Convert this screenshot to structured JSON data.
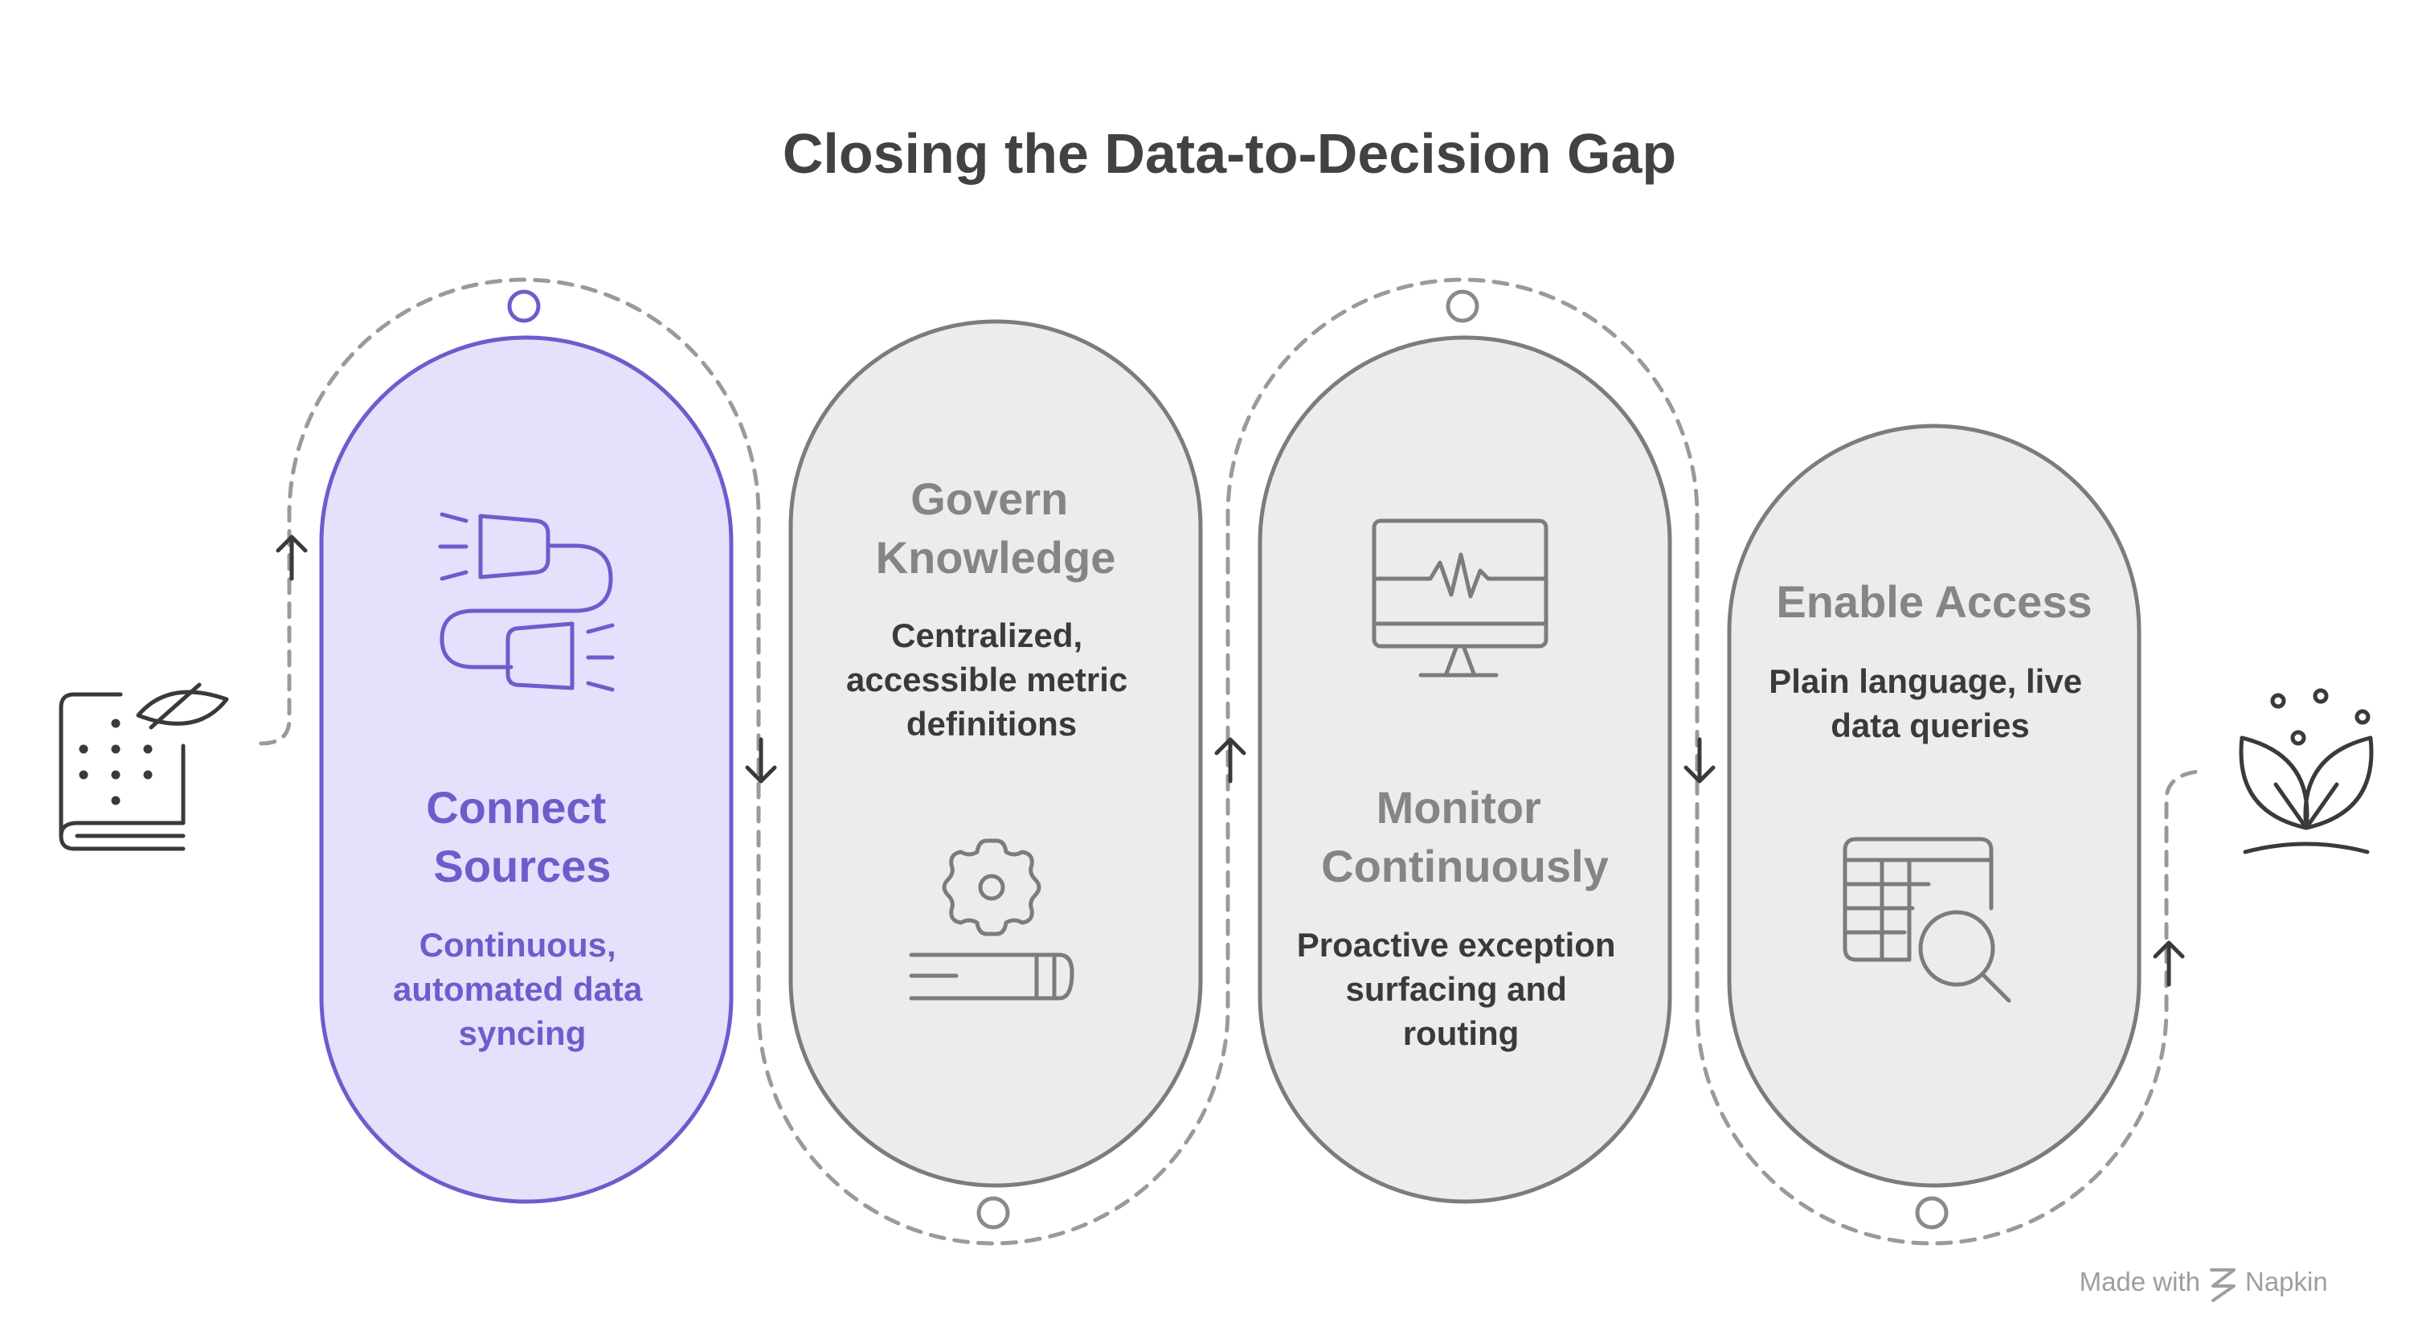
{
  "title": "Closing the Data-to-Decision Gap",
  "colors": {
    "accent": "#6f5bcc",
    "accent_fill": "#e5e0fb",
    "neutral_fill": "#ececec",
    "neutral_stroke": "#7c7c7c",
    "muted_title": "#858585",
    "body_text": "#3a3a3a"
  },
  "stages": [
    {
      "title_lines": [
        "Connect",
        "Sources"
      ],
      "desc_lines": [
        "Continuous,",
        "automated data",
        "syncing"
      ],
      "icon": "plug-cable-icon",
      "highlighted": true
    },
    {
      "title_lines": [
        "Govern",
        "Knowledge"
      ],
      "desc_lines": [
        "Centralized,",
        "accessible metric",
        "definitions"
      ],
      "icon": "gear-book-icon",
      "highlighted": false
    },
    {
      "title_lines": [
        "Monitor",
        "Continuously"
      ],
      "desc_lines": [
        "Proactive exception",
        "surfacing and",
        "routing"
      ],
      "icon": "monitor-pulse-icon",
      "highlighted": false
    },
    {
      "title_lines": [
        "Enable Access"
      ],
      "desc_lines": [
        "Plain language, live",
        "data queries"
      ],
      "icon": "table-search-icon",
      "highlighted": false
    }
  ],
  "start_icon": "book-seed-icon",
  "end_icon": "sprout-icon",
  "brand": {
    "prefix": "Made with",
    "name": "Napkin",
    "icon": "napkin-logo-icon"
  }
}
